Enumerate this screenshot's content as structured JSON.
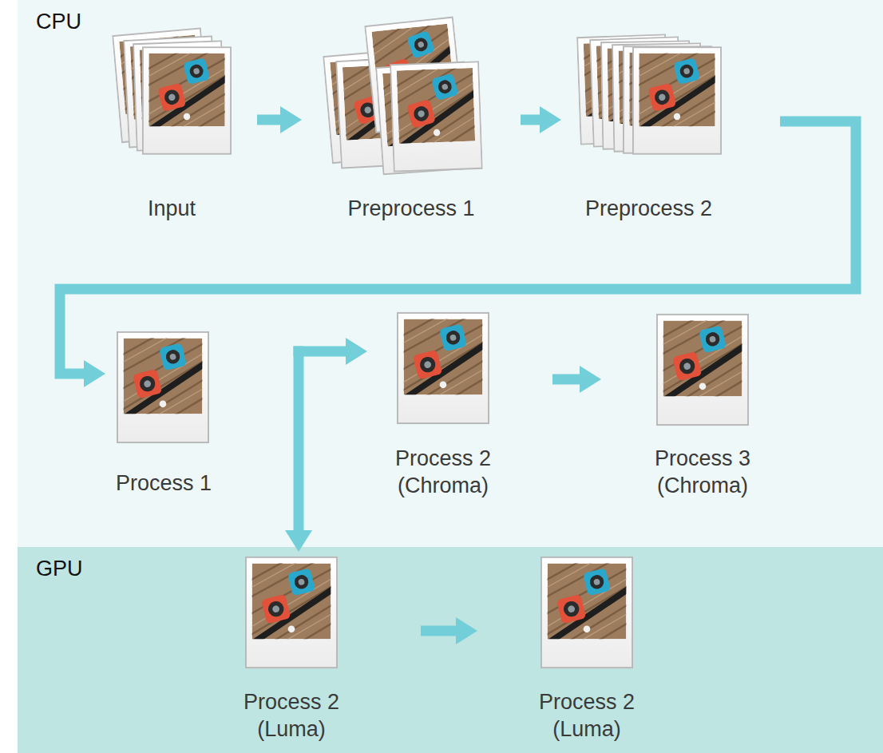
{
  "diagram": {
    "nodes": [
      {
        "text": [
          "CPU"
        ]
      },
      {
        "text": [
          "Input"
        ],
        "in": 0
      },
      {
        "text": [
          "Preprocess 1"
        ],
        "in": 0
      },
      {
        "text": [
          "Preprocess 2"
        ],
        "in": 0
      },
      {
        "text": [
          "Process 1"
        ],
        "in": 0
      },
      {
        "text": [
          "Process 2 (Chroma)"
        ],
        "in": 0
      },
      {
        "text": [
          "Process 3 (Chroma)"
        ],
        "in": 0
      },
      {
        "text": [
          "GPU"
        ]
      },
      {
        "text": [
          "Process 2 (Luma)"
        ],
        "in": 7
      },
      {
        "text": [
          "Process 2 (Luma)"
        ],
        "in": 7
      }
    ],
    "edges": [
      {
        "from": 1,
        "to": 2,
        "arrow": "to"
      },
      {
        "from": 2,
        "to": 3,
        "arrow": "to"
      },
      {
        "from": 3,
        "to": 4,
        "arrow": "to"
      },
      {
        "from": 4,
        "to": 5,
        "arrow": "to"
      },
      {
        "from": 4,
        "to": 8,
        "arrow": "to"
      },
      {
        "from": 5,
        "to": 6,
        "arrow": "to"
      },
      {
        "from": 8,
        "to": 9,
        "arrow": "to"
      }
    ]
  }
}
